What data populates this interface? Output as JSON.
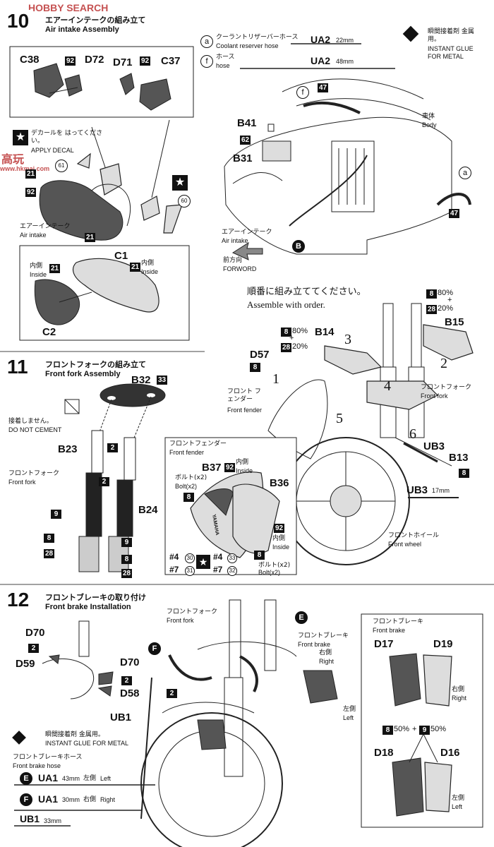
{
  "watermark": {
    "top": "HOBBY SEARCH",
    "side_top": "高玩",
    "side_bottom": "www.hkmai.com"
  },
  "step10": {
    "number": "10",
    "title_jp": "エアーインテークの組み立て",
    "title_en": "Air intake Assembly",
    "parts": [
      "C38",
      "92",
      "D72",
      "D71",
      "92",
      "C37"
    ],
    "decal_jp": "デカールを はってください。",
    "decal_en": "APPLY DECAL",
    "decal_61": "61",
    "decal_60": "60",
    "part21": "21",
    "part92b": "92",
    "air_intake_jp": "エアーインテーク",
    "air_intake_en": "Air intake",
    "part21b": "21",
    "inset": {
      "c1": "C1",
      "c2": "C2",
      "inside_jp": "内側",
      "inside_en": "Inside",
      "n21": "21"
    },
    "hose_a_label_jp": "クーラントリザーバーホース",
    "hose_a_label_en": "Coolant reserver hose",
    "hose_a_code": "UA2",
    "hose_a_len": "22mm",
    "hose_f_label_jp": "ホース",
    "hose_f_label_en": "hose",
    "hose_f_code": "UA2",
    "hose_f_len": "48mm",
    "glue_jp": "瞬間接着剤 金属用。",
    "glue_en": "INSTANT GLUE FOR METAL",
    "b41": "B41",
    "b31": "B31",
    "p62": "62",
    "p47": "47",
    "p47b": "47",
    "body_jp": "車体",
    "body_en": "Body",
    "air_intake2_jp": "エアーインテーク",
    "air_intake2_en": "Air intake",
    "forward_jp": "前方向",
    "forward_en": "FORWORD",
    "circle_a": "a",
    "circle_f": "f",
    "circle_B": "B"
  },
  "step11": {
    "number": "11",
    "title_jp": "フロントフォークの組み立て",
    "title_en": "Front fork Assembly",
    "b32": "B32",
    "p33": "33",
    "nocement_jp": "接着しません。",
    "nocement_en": "DO NOT CEMENT",
    "b23": "B23",
    "b24": "B24",
    "p2": "2",
    "p2b": "2",
    "p9": "9",
    "p9b": "9",
    "p8": "8",
    "p8b": "8",
    "p28": "28",
    "p28b": "28",
    "fork_jp": "フロントフォーク",
    "fork_en": "Front fork",
    "order_jp": "順番に組み立ててください。",
    "order_en": "Assemble with order.",
    "mix1": {
      "a": "8",
      "a_pct": "80%",
      "plus": "+",
      "b": "28",
      "b_pct": "20%"
    },
    "mix2": {
      "a": "8",
      "a_pct": "80%",
      "plus": "+",
      "b": "28",
      "b_pct": "20%"
    },
    "b14": "B14",
    "b15": "B15",
    "d57": "D57",
    "p8c": "8",
    "fender_jp": "フロント フェンダー",
    "fender_en": "Front fender",
    "fork2_jp": "フロントフォーク",
    "fork2_en": "Front fork",
    "order_nums": [
      "1",
      "2",
      "3",
      "4",
      "5",
      "6"
    ],
    "ub3": "UB3",
    "b13": "B13",
    "p8d": "8",
    "ub3_len_code": "UB3",
    "ub3_len": "17mm",
    "wheel_jp": "フロントホイール",
    "wheel_en": "Front wheel",
    "inset": {
      "title_jp": "フロントフェンダー",
      "title_en": "Front fender",
      "b37": "B37",
      "b36": "B36",
      "p92": "92",
      "inside_jp": "内側",
      "inside_en": "Inside",
      "bolt_jp": "ボルト(x2)",
      "bolt_en": "Bolt(x2)",
      "p8": "8",
      "p92b": "92",
      "inside2_jp": "内側",
      "inside2_en": "Inside",
      "p8b": "8",
      "bolt2_jp": "ボルト(x2)",
      "bolt2_en": "Bolt(x2)",
      "d4a": "#4",
      "d4a_n": "30",
      "d7a": "#7",
      "d7a_n": "31",
      "d4b": "#4",
      "d4b_n": "33",
      "d7b": "#7",
      "d7b_n": "32",
      "yamaha": "YAMAHA"
    }
  },
  "step12": {
    "number": "12",
    "title_jp": "フロントブレーキの取り付け",
    "title_en": "Front brake Installation",
    "d70": "D70",
    "d70b": "D70",
    "d59": "D59",
    "d58": "D58",
    "p2": "2",
    "p2b": "2",
    "p2c": "2",
    "ub1": "UB1",
    "fork_jp": "フロントフォーク",
    "fork_en": "Front fork",
    "brake_jp": "フロントブレーキ",
    "brake_en": "Front brake",
    "right_jp": "右側",
    "right_en": "Right",
    "left_jp": "左側",
    "left_en": "Left",
    "glue_jp": "瞬間接着剤 金属用。",
    "glue_en": "INSTANT GLUE FOR METAL",
    "hose_jp": "フロントブレーキホース",
    "hose_en": "Front brake hose",
    "hoseE": {
      "circle": "E",
      "code": "UA1",
      "len": "43mm",
      "side_jp": "左側",
      "side_en": "Left"
    },
    "hoseF": {
      "circle": "F",
      "code": "UA1",
      "len": "30mm",
      "side_jp": "右側",
      "side_en": "Right"
    },
    "hoseUB1": {
      "code": "UB1",
      "len": "33mm"
    },
    "circle_E": "E",
    "circle_F": "F",
    "inset": {
      "title_jp": "フロントブレーキ",
      "title_en": "Front brake",
      "d17": "D17",
      "d19": "D19",
      "d18": "D18",
      "d16": "D16",
      "right_jp": "右側",
      "right_en": "Right",
      "left_jp": "左側",
      "left_en": "Left",
      "mix": {
        "a": "8",
        "a_pct": "50%",
        "plus": "+",
        "b": "9",
        "b_pct": "50%"
      }
    }
  }
}
